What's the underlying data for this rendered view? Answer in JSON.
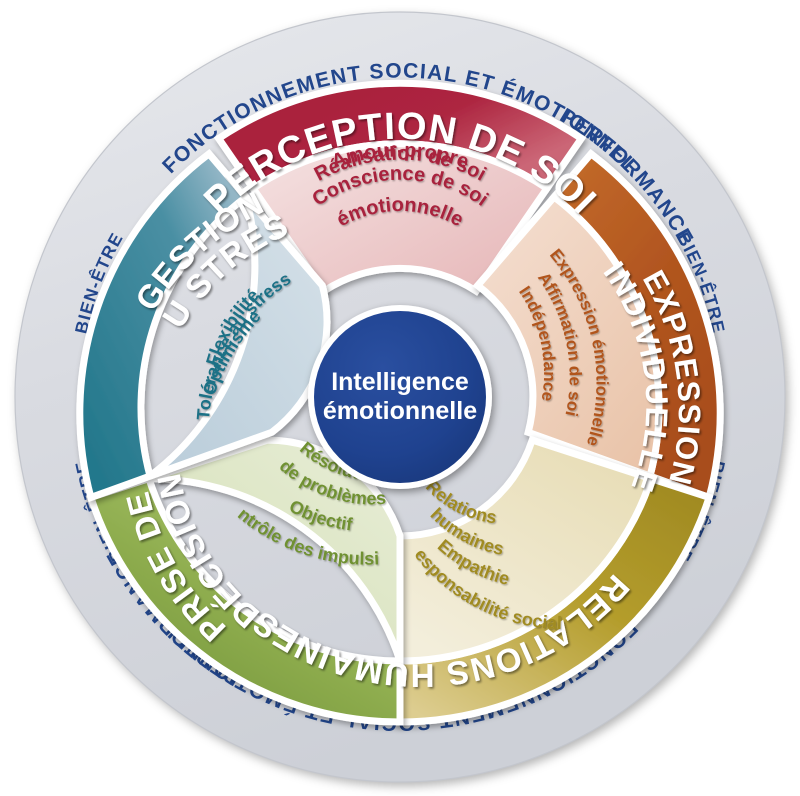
{
  "diagram": {
    "title": "Intelligence émotionnelle",
    "type": "circular-wheel",
    "hub": {
      "line1": "Intelligence",
      "line2": "émotionnelle",
      "color": "#1f428f"
    },
    "outer_ring": {
      "color": "#dcdee3",
      "text_color": "#22468c",
      "labels": [
        {
          "name": "top",
          "text": "FONCTIONNEMENT SOCIAL ET ÉMOTIONNEL"
        },
        {
          "name": "bottom",
          "text": "FONCTIONNEMENT SOCIAL ET ÉMOTIONNEL"
        },
        {
          "name": "left",
          "text": "PERFORMANCE"
        },
        {
          "name": "right",
          "text": "PERFORMANCE"
        },
        {
          "name": "top-left",
          "text": "BIEN-ÊTRE"
        },
        {
          "name": "top-right",
          "text": "BIEN-ÊTRE"
        },
        {
          "name": "bottom-left",
          "text": "BIEN-ÊTRE"
        },
        {
          "name": "bottom-right",
          "text": "BIEN-ÊTRE"
        }
      ]
    },
    "segments": [
      {
        "id": "perception-de-soi",
        "title": "PERCEPTION DE SOI",
        "title_lines": [
          "PERCEPTION DE SOI"
        ],
        "outer_color": "#a8213c",
        "outer_color_light": "#c9596b",
        "inner_color": "#eec5c5",
        "text_color": "#a8213c",
        "items": [
          "Amour-propre",
          "Réalisation de soi",
          "Conscience de soi",
          "émotionnelle"
        ]
      },
      {
        "id": "expression-individuelle",
        "title": "EXPRESSION INDIVIDUELLE",
        "title_lines": [
          "EXPRESSION",
          "INDIVIDUELLE"
        ],
        "outer_color": "#b1551f",
        "outer_color_light": "#c8742f",
        "inner_color": "#eec8b2",
        "text_color": "#b1551f",
        "items": [
          "Expression émotionnelle",
          "Affirmation de soi",
          "Indépendance"
        ]
      },
      {
        "id": "relations-humaines",
        "title": "RELATIONS HUMAINES",
        "title_lines": [
          "RELATIONS HUMAINES"
        ],
        "outer_color": "#ad9628",
        "outer_color_light": "#d8c67e",
        "inner_color": "#eee6c6",
        "text_color": "#a08b21",
        "items": [
          "Relations",
          "humaines",
          "Empathie",
          "Responsabilité sociale"
        ]
      },
      {
        "id": "prise-de-decision",
        "title": "PRISE DE DÉCISION",
        "title_lines": [
          "PRISE DE",
          "DÉCISION"
        ],
        "outer_color": "#7fa33e",
        "outer_color_light": "#a3bf6a",
        "inner_color": "#dde5c4",
        "text_color": "#6f9133",
        "items": [
          "Résolution",
          "de problèmes",
          "Objectif",
          "Contrôle des impulsions"
        ]
      },
      {
        "id": "gestion-du-stress",
        "title": "GESTION DU STRESS",
        "title_lines": [
          "GESTION",
          "DU STRESS"
        ],
        "outer_color": "#2a7e92",
        "outer_color_light": "#79a8bb",
        "inner_color": "#c3d3de",
        "text_color": "#1f7186",
        "items": [
          "Flexibilité",
          "Tolérance au stress",
          "Optimisme"
        ]
      }
    ]
  }
}
